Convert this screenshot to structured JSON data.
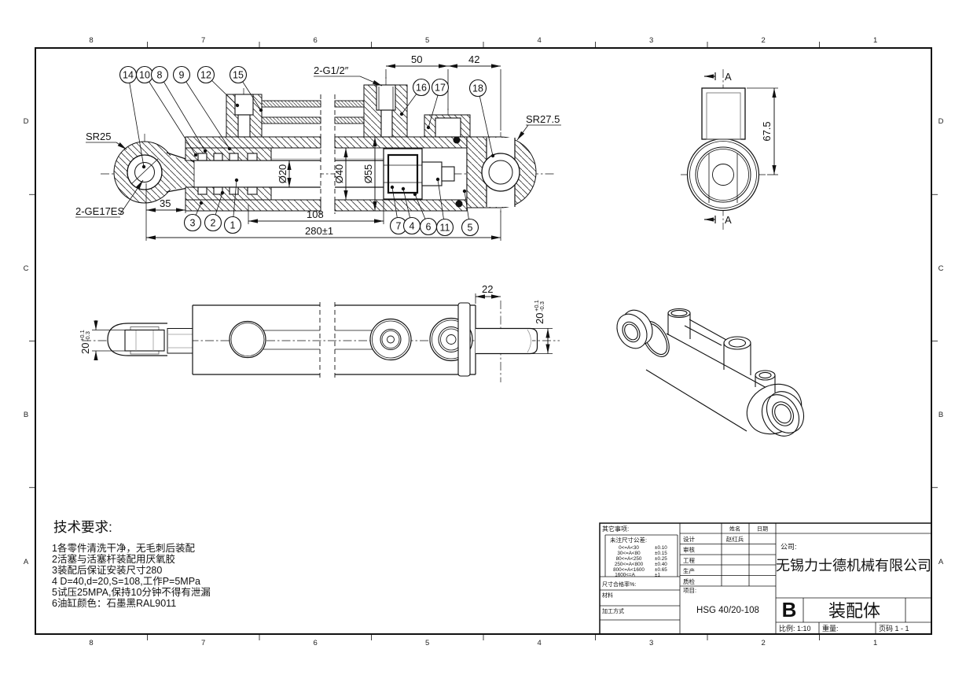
{
  "grid": {
    "cols": [
      "8",
      "7",
      "6",
      "5",
      "4",
      "3",
      "2",
      "1"
    ],
    "rows": [
      "D",
      "C",
      "B",
      "A"
    ]
  },
  "balloons": {
    "n1": "1",
    "n2": "2",
    "n3": "3",
    "n4": "4",
    "n5": "5",
    "n6": "6",
    "n7": "7",
    "n8": "8",
    "n9": "9",
    "n10": "10",
    "n11": "11",
    "n12": "12",
    "n14": "14",
    "n15": "15",
    "n16": "16",
    "n17": "17",
    "n18": "18"
  },
  "dims": {
    "d50": "50",
    "d42": "42",
    "d35": "35",
    "d108": "108",
    "d280": "280±1",
    "dia20": "Ø20",
    "dia40": "Ø40",
    "dia55": "Ø55",
    "sr25": "SR25",
    "sr27": "SR27.5",
    "g12": "2-G1/2″",
    "ge17": "2-GE17ES",
    "d67": "67.5",
    "d22": "22",
    "d20": "20",
    "tol_plus": "+0.1",
    "tol_minus": "-0.3",
    "section": "A"
  },
  "tech": {
    "title": "技术要求:",
    "items": [
      "1各零件清洗干净，无毛刺后装配",
      "2活塞与活塞杆装配用厌氧胶",
      "3装配后保证安装尺寸280",
      "4 D=40,d=20,S=108,工作P=5MPa",
      "5试压25MPA,保持10分钟不得有泄漏",
      "6油缸颜色：石墨黑RAL9011"
    ]
  },
  "tb": {
    "other_label": "其它事项:",
    "tol_title": "未注尺寸公差:",
    "tol_rows": [
      [
        "0<=A<30",
        "±0.10"
      ],
      [
        "30<=A<80",
        "±0.15"
      ],
      [
        "80<=A<250",
        "±0.25"
      ],
      [
        "250<=A<800",
        "±0.40"
      ],
      [
        "800<=A<1600",
        "±0.65"
      ],
      [
        "1600<=A",
        "±1"
      ]
    ],
    "dim_pass": "尺寸合格率%:",
    "material": "材料",
    "process": "加工方式",
    "name_col": "姓名",
    "date_col": "日期",
    "rows": [
      [
        "设计",
        "赵红兵"
      ],
      [
        "审核",
        ""
      ],
      [
        "工程",
        ""
      ],
      [
        "生产",
        ""
      ],
      [
        "质检",
        ""
      ]
    ],
    "project_label": "项目:",
    "project_value": "HSG 40/20-108",
    "company_label": "公司:",
    "company_name": "无锡力士德机械有限公司",
    "size": "B",
    "title": "装配体",
    "scale_label": "比例: 1:10",
    "weight_label": "重量:",
    "page_label": "页码 1 - 1"
  }
}
